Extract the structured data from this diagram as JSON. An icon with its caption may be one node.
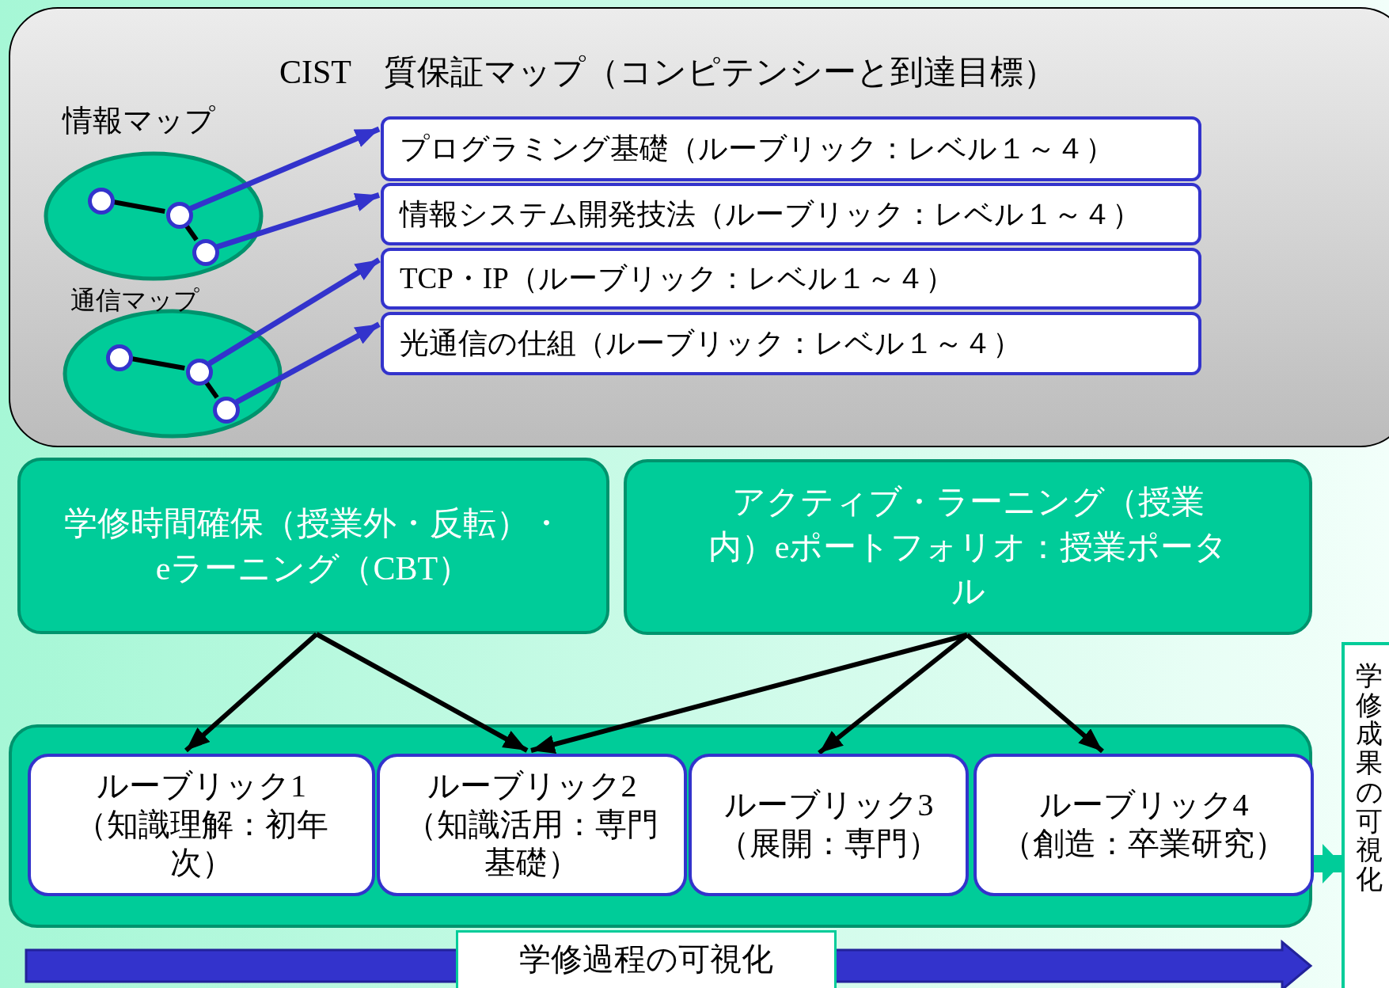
{
  "diagram": {
    "nodes": [
      {
        "text": [
          "CIST　質保証マップ（コンピテンシーと到達目標）"
        ]
      },
      {
        "text": [
          "情報マップ"
        ],
        "in": 0
      },
      {
        "text": [],
        "shape": "circle",
        "in": 1
      },
      {
        "text": [],
        "shape": "circle",
        "in": 1
      },
      {
        "text": [],
        "shape": "circle",
        "in": 1
      },
      {
        "text": [
          "通信マップ"
        ],
        "in": 0
      },
      {
        "text": [],
        "shape": "circle",
        "in": 5
      },
      {
        "text": [],
        "shape": "circle",
        "in": 5
      },
      {
        "text": [],
        "shape": "circle",
        "in": 5
      },
      {
        "text": [
          "プログラミング基礎（ルーブリック：レベル１～４）"
        ],
        "in": 0
      },
      {
        "text": [
          "情報システム開発技法（ルーブリック：レベル１～４）"
        ],
        "in": 0
      },
      {
        "text": [
          "TCP・IP（ルーブリック：レベル１～４）"
        ],
        "in": 0
      },
      {
        "text": [
          "光通信の仕組（ルーブリック：レベル１～４）"
        ],
        "in": 0
      },
      {
        "text": [
          "学修時間確保（授業外・反転）・eラーニング（CBT）"
        ]
      },
      {
        "text": [
          "アクティブ・ラーニング（授業内）eポートフォリオ：授業ポータル"
        ]
      },
      {
        "text": [],
        "shape": "box"
      },
      {
        "text": [
          "ルーブリック1",
          "（知識理解：初年次）"
        ],
        "in": 15
      },
      {
        "text": [
          "ルーブリック2",
          "（知識活用：専門基礎）"
        ],
        "in": 15
      },
      {
        "text": [
          "ルーブリック3",
          "（展開：専門）"
        ],
        "in": 15
      },
      {
        "text": [
          "ルーブリック4",
          "（創造：卒業研究）"
        ],
        "in": 15
      },
      {
        "text": [
          "学修過程の可視化"
        ]
      },
      {
        "text": [
          "学修成果の可視化"
        ]
      }
    ],
    "edges": [
      {
        "from": 2,
        "to": 3,
        "arrow": "none"
      },
      {
        "from": 3,
        "to": 4,
        "arrow": "none"
      },
      {
        "from": 6,
        "to": 7,
        "arrow": "none"
      },
      {
        "from": 7,
        "to": 8,
        "arrow": "none"
      },
      {
        "from": 3,
        "to": 9,
        "arrow": "to",
        "color": "#3333cc"
      },
      {
        "from": 4,
        "to": 10,
        "arrow": "to",
        "color": "#3333cc"
      },
      {
        "from": 7,
        "to": 11,
        "arrow": "to",
        "color": "#3333cc"
      },
      {
        "from": 8,
        "to": 12,
        "arrow": "to",
        "color": "#3333cc"
      },
      {
        "from": 13,
        "to": 16,
        "arrow": "to"
      },
      {
        "from": 13,
        "to": 17,
        "arrow": "to"
      },
      {
        "from": 14,
        "to": 17,
        "arrow": "to"
      },
      {
        "from": 14,
        "to": 18,
        "arrow": "to"
      },
      {
        "from": 14,
        "to": 19,
        "arrow": "to"
      },
      {
        "from": 15,
        "to": 21,
        "arrow": "to",
        "style": "thick",
        "color": "#00cc99"
      }
    ]
  }
}
